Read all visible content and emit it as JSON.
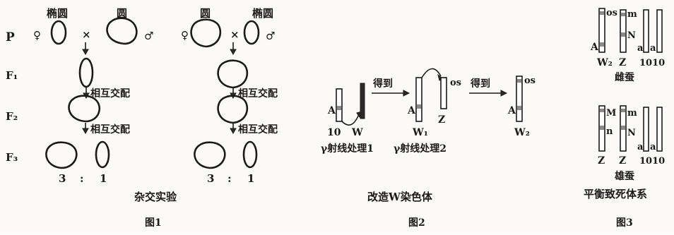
{
  "fig1": {
    "header_left": "椭圆",
    "header_mid": "圆",
    "header_right_a": "圆",
    "header_right_b": "椭圆",
    "row_p": "P",
    "row_f1": "F₁",
    "row_f2": "F₂",
    "row_f3": "F₃",
    "female": "♀",
    "male": "♂",
    "cross": "×",
    "mate1": "相互交配",
    "mate2": "相互交配",
    "mate3": "相互交配",
    "mate4": "相互交配",
    "ratio_left_a": "3",
    "ratio_left_colon": ":",
    "ratio_left_b": "1",
    "ratio_right_a": "3",
    "ratio_right_colon": ":",
    "ratio_right_b": "1",
    "caption": "杂交实验",
    "label": "图1"
  },
  "fig2": {
    "chrom_a1": "A",
    "chrom_10": "10",
    "chrom_w": "W",
    "arrow1": "得到",
    "chrom_a2": "A",
    "chrom_w1": "W₁",
    "chrom_z": "Z",
    "chrom_os1": "os",
    "arrow2": "得到",
    "chrom_a3": "A",
    "chrom_os2": "os",
    "chrom_w2": "W₂",
    "treat1": "γ射线处理1",
    "treat2": "γ射线处理2",
    "caption": "改造W染色体",
    "label": "图2"
  },
  "fig3": {
    "f_os": "os",
    "f_m": "m",
    "f_a_left": "A",
    "f_n_mid": "N",
    "f_a1": "a",
    "f_a2": "a",
    "f_w2": "W₂",
    "f_z": "Z",
    "f_1010": "1010",
    "f_caption": "雌蚕",
    "m_M": "M",
    "m_m": "m",
    "m_n": "n",
    "m_N": "N",
    "m_a1": "a",
    "m_a2": "a",
    "m_z1": "Z",
    "m_z2": "Z",
    "m_1010": "1010",
    "m_caption": "雄蚕",
    "system": "平衡致死体系",
    "label": "图3"
  }
}
